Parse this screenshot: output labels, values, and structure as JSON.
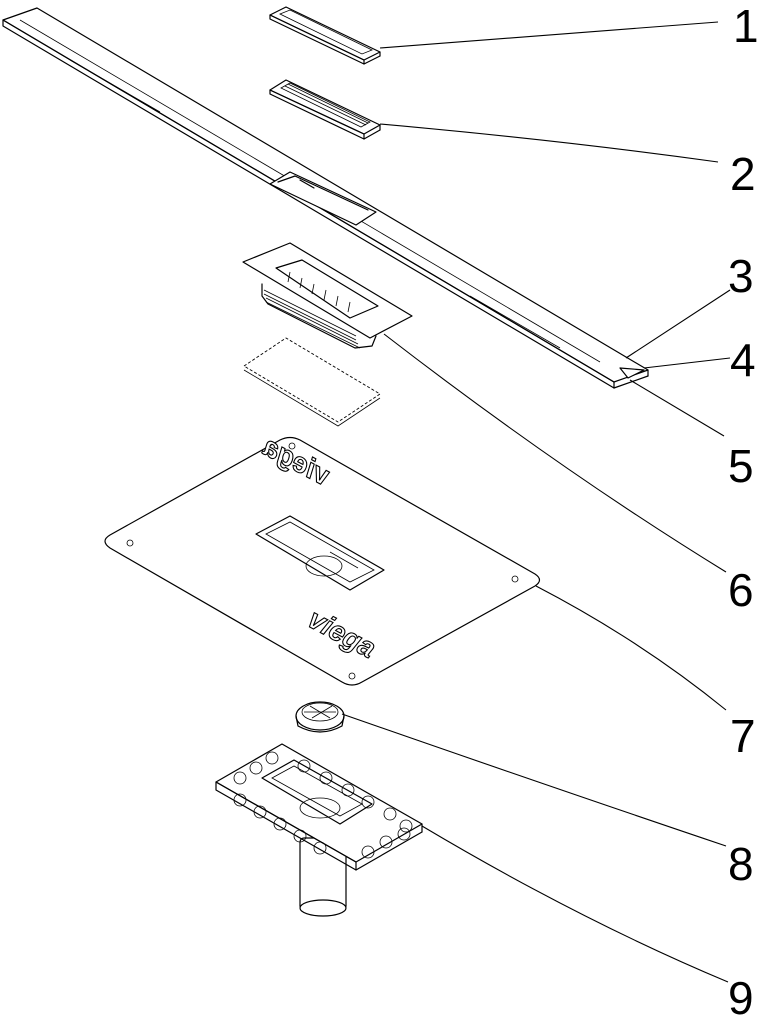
{
  "diagram": {
    "labels": [
      "1",
      "2",
      "3",
      "4",
      "5",
      "6",
      "7",
      "8",
      "9"
    ],
    "brand_top": "viega",
    "brand_bottom": "viega"
  }
}
